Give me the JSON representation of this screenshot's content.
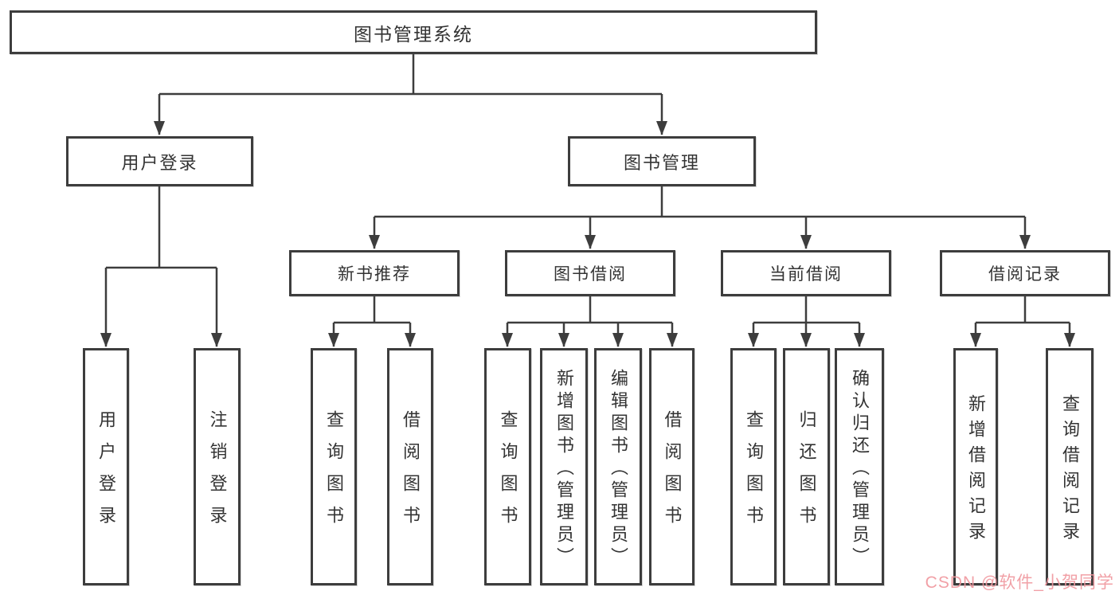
{
  "diagram": {
    "root": {
      "label": "图书管理系统"
    },
    "level2": [
      {
        "label": "用户登录"
      },
      {
        "label": "图书管理"
      }
    ],
    "level3": [
      {
        "label": "新书推荐"
      },
      {
        "label": "图书借阅"
      },
      {
        "label": "当前借阅"
      },
      {
        "label": "借阅记录"
      }
    ],
    "leaves": {
      "login": [
        {
          "label": "用户登录"
        },
        {
          "label": "注销登录"
        }
      ],
      "recommend": [
        {
          "label": "查询图书"
        },
        {
          "label": "借阅图书"
        }
      ],
      "borrow": [
        {
          "label": "查询图书"
        },
        {
          "label": "新增图书（管理员）"
        },
        {
          "label": "编辑图书（管理员）"
        },
        {
          "label": "借阅图书"
        }
      ],
      "current": [
        {
          "label": "查询图书"
        },
        {
          "label": "归还图书"
        },
        {
          "label": "确认归还（管理员）"
        }
      ],
      "records": [
        {
          "label": "新增借阅记录"
        },
        {
          "label": "查询借阅记录"
        }
      ]
    }
  },
  "watermark": {
    "text": "CSDN @软件_小贺同学",
    "color": "#f0989f"
  },
  "colors": {
    "line": "#3d3d3d",
    "text": "#333333",
    "background": "#ffffff"
  }
}
